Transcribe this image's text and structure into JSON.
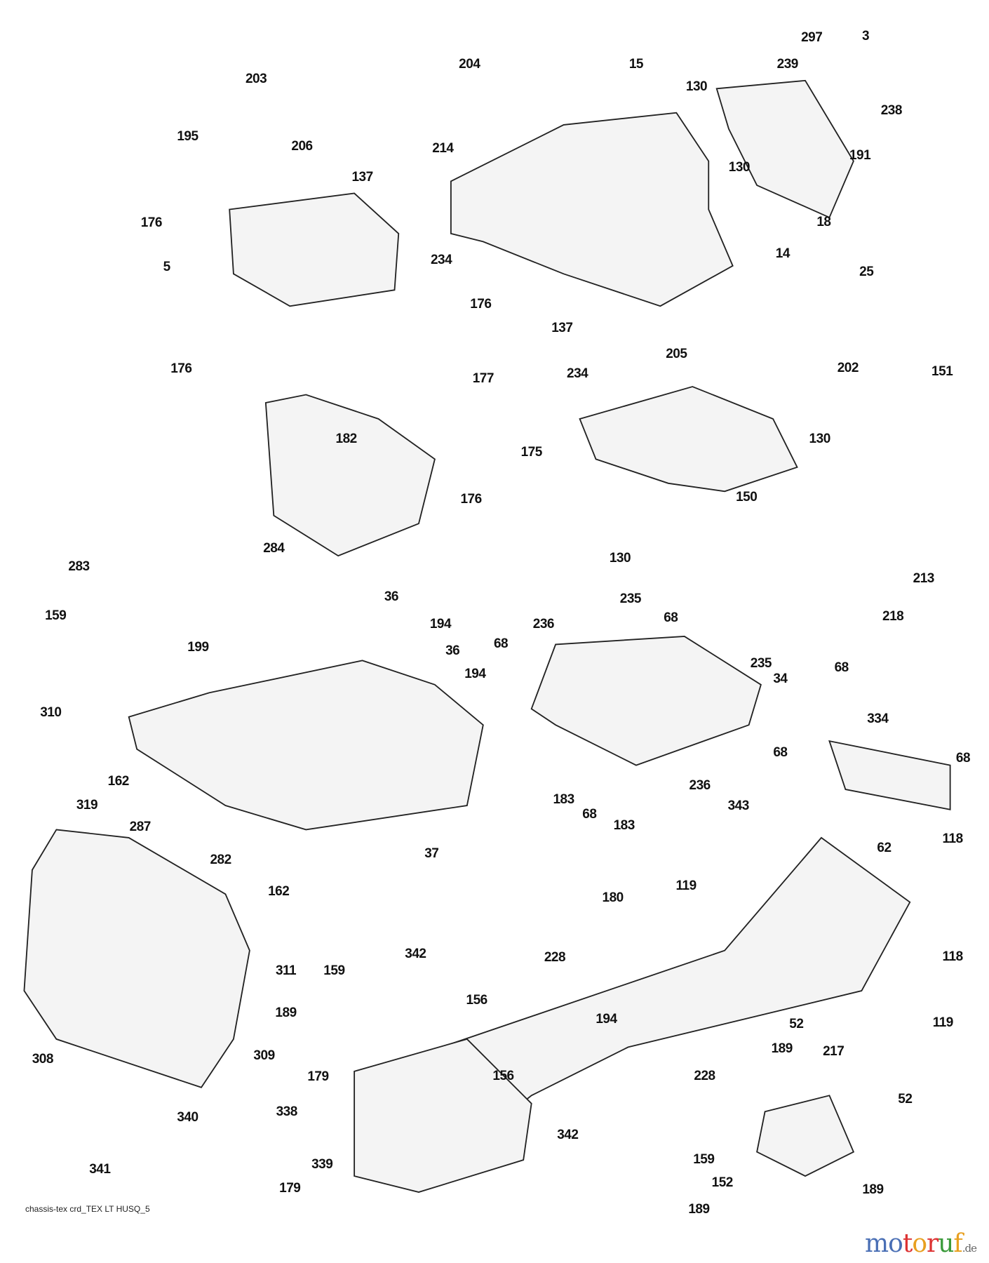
{
  "diagram": {
    "callouts": [
      "297",
      "3",
      "15",
      "204",
      "203",
      "239",
      "130",
      "238",
      "195",
      "206",
      "214",
      "137",
      "130",
      "191",
      "176",
      "5",
      "18",
      "234",
      "14",
      "25",
      "176",
      "137",
      "176",
      "177",
      "234",
      "205",
      "202",
      "151",
      "182",
      "175",
      "130",
      "150",
      "176",
      "130",
      "283",
      "284",
      "213",
      "235",
      "159",
      "36",
      "194",
      "236",
      "68",
      "218",
      "36",
      "68",
      "235",
      "34",
      "68",
      "199",
      "194",
      "310",
      "334",
      "68",
      "68",
      "162",
      "236",
      "183",
      "343",
      "287",
      "68",
      "183",
      "37",
      "62",
      "319",
      "282",
      "118",
      "162",
      "119",
      "180",
      "118",
      "311",
      "159",
      "342",
      "228",
      "194",
      "189",
      "156",
      "52",
      "119",
      "308",
      "309",
      "217",
      "228",
      "189",
      "179",
      "156",
      "52",
      "338",
      "340",
      "342",
      "159",
      "341",
      "339",
      "152",
      "189",
      "179",
      "189"
    ],
    "footer_code": "chassis-tex crd_TEX LT HUSQ_5"
  },
  "watermark": {
    "letters": [
      "m",
      "o",
      "t",
      "o",
      "r",
      "u",
      "f"
    ],
    "letter_colors": [
      "#4a6fb5",
      "#4a6fb5",
      "#d33",
      "#e8a020",
      "#d33",
      "#3a9a3a",
      "#e8a020"
    ],
    "tld": ".de"
  }
}
